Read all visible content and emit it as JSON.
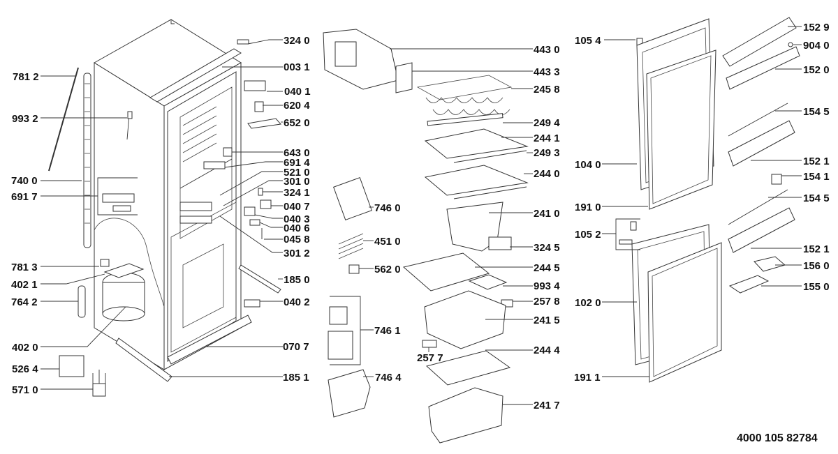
{
  "document_number": "4000 105 82784",
  "parts": {
    "p3240": "324 0",
    "p0031": "003 1",
    "p0401": "040 1",
    "p6204": "620 4",
    "p6520": "652 0",
    "p6430": "643 0",
    "p6914": "691 4",
    "p5210": "521 0",
    "p3010": "301 0",
    "p3241": "324 1",
    "p0407": "040 7",
    "p0403": "040 3",
    "p0406": "040 6",
    "p0458": "045 8",
    "p3012": "301 2",
    "p1850": "185 0",
    "p0402": "040 2",
    "p0707": "070 7",
    "p1851": "185 1",
    "p7812": "781 2",
    "p9932": "993 2",
    "p7400": "740 0",
    "p6917": "691 7",
    "p7813": "781 3",
    "p4021": "402 1",
    "p7642": "764 2",
    "p4020": "402 0",
    "p5264": "526 4",
    "p5710": "571 0",
    "p4430": "443 0",
    "p4433": "443 3",
    "p2458": "245 8",
    "p2494": "249 4",
    "p2441": "244 1",
    "p2493": "249 3",
    "p2440": "244 0",
    "p2410": "241 0",
    "p3245": "324 5",
    "p2445": "244 5",
    "p9934": "993 4",
    "p2578": "257 8",
    "p2415": "241 5",
    "p2444": "244 4",
    "p2417": "241 7",
    "p2577": "257 7",
    "p7460": "746 0",
    "p4510": "451 0",
    "p5620": "562 0",
    "p7461": "746 1",
    "p7464": "746 4",
    "p1054": "105 4",
    "p1040": "104 0",
    "p1910": "191 0",
    "p1052": "105 2",
    "p1020": "102 0",
    "p1911": "191 1",
    "p1529": "152 9",
    "p9040": "904 0",
    "p1520": "152 0",
    "p1545a": "154 5",
    "p1521a": "152 1",
    "p1541": "154 1",
    "p1545b": "154 5",
    "p1521b": "152 1",
    "p1560": "156 0",
    "p1550": "155 0"
  }
}
